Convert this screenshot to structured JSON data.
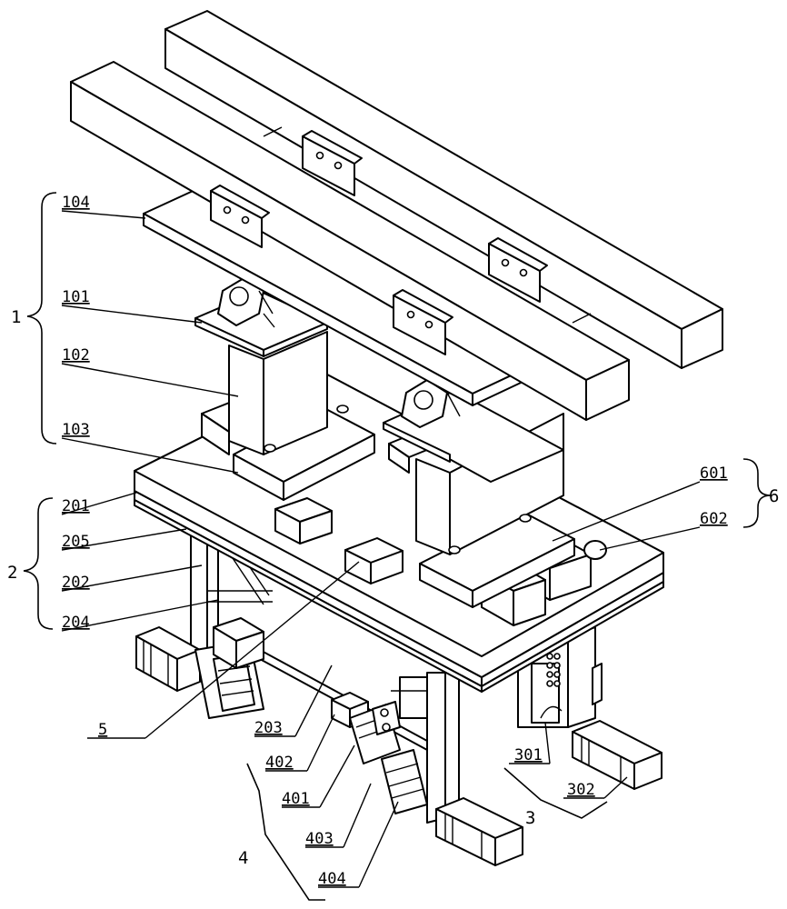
{
  "labels": {
    "l104": "104",
    "l101": "101",
    "l102": "102",
    "l103": "103",
    "l201": "201",
    "l205": "205",
    "l202": "202",
    "l204": "204",
    "l601": "601",
    "l602": "602",
    "l5": "5",
    "l203": "203",
    "l402": "402",
    "l401": "401",
    "l403": "403",
    "l404": "404",
    "l301": "301",
    "l302": "302"
  },
  "groups": {
    "g1": "1",
    "g2": "2",
    "g3": "3",
    "g4": "4",
    "g6": "6"
  }
}
